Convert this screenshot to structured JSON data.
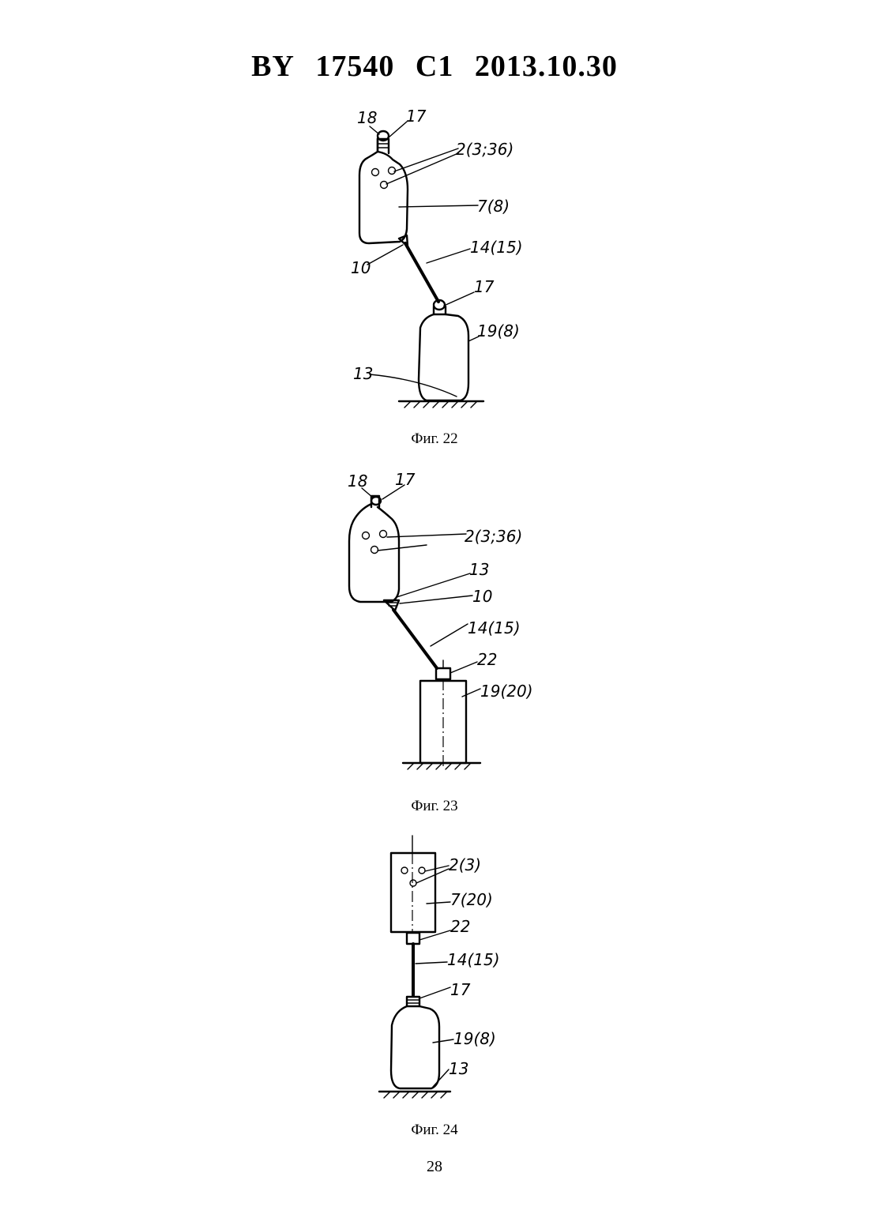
{
  "header": {
    "country": "BY",
    "number": "17540",
    "kind": "C1",
    "date": "2013.10.30"
  },
  "figures": [
    {
      "caption": "Фиг. 22",
      "labels": [
        "18",
        "17",
        "2(3;36)",
        "7(8)",
        "14(15)",
        "10",
        "17",
        "19(8)",
        "13"
      ]
    },
    {
      "caption": "Фиг. 23",
      "labels": [
        "18",
        "17",
        "2(3;36)",
        "13",
        "10",
        "14(15)",
        "22",
        "19(20)"
      ]
    },
    {
      "caption": "Фиг. 24",
      "labels": [
        "2(3)",
        "7(20)",
        "22",
        "14(15)",
        "17",
        "19(8)",
        "13"
      ]
    }
  ],
  "page_number": "28"
}
